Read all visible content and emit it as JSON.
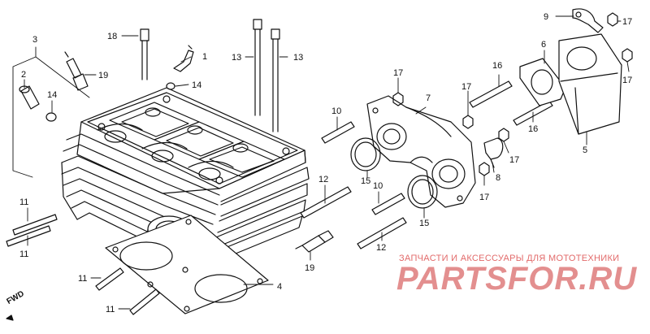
{
  "callouts": [
    {
      "id": "c1",
      "label": "1"
    },
    {
      "id": "c2",
      "label": "2"
    },
    {
      "id": "c3",
      "label": "3"
    },
    {
      "id": "c4",
      "label": "4"
    },
    {
      "id": "c5",
      "label": "5"
    },
    {
      "id": "c6",
      "label": "6"
    },
    {
      "id": "c7",
      "label": "7"
    },
    {
      "id": "c8",
      "label": "8"
    },
    {
      "id": "c9",
      "label": "9"
    },
    {
      "id": "c10a",
      "label": "10"
    },
    {
      "id": "c10b",
      "label": "10"
    },
    {
      "id": "c11a",
      "label": "11"
    },
    {
      "id": "c11b",
      "label": "11"
    },
    {
      "id": "c11c",
      "label": "11"
    },
    {
      "id": "c11d",
      "label": "11"
    },
    {
      "id": "c12a",
      "label": "12"
    },
    {
      "id": "c12b",
      "label": "12"
    },
    {
      "id": "c13a",
      "label": "13"
    },
    {
      "id": "c13b",
      "label": "13"
    },
    {
      "id": "c14a",
      "label": "14"
    },
    {
      "id": "c14b",
      "label": "14"
    },
    {
      "id": "c15a",
      "label": "15"
    },
    {
      "id": "c15b",
      "label": "15"
    },
    {
      "id": "c16a",
      "label": "16"
    },
    {
      "id": "c16b",
      "label": "16"
    },
    {
      "id": "c17a",
      "label": "17"
    },
    {
      "id": "c17b",
      "label": "17"
    },
    {
      "id": "c17c",
      "label": "17"
    },
    {
      "id": "c17d",
      "label": "17"
    },
    {
      "id": "c17e",
      "label": "17"
    },
    {
      "id": "c17f",
      "label": "17"
    },
    {
      "id": "c18",
      "label": "18"
    },
    {
      "id": "c19a",
      "label": "19"
    },
    {
      "id": "c19b",
      "label": "19"
    }
  ],
  "direction_marker": "FWD",
  "watermark": {
    "subtitle": "ЗАПЧАСТИ И АКСЕССУАРЫ ДЛЯ МОТОТЕХНИКИ",
    "logo": "PARTSFOR.RU"
  },
  "colors": {
    "line": "#111111",
    "watermark": "#e38f8f"
  }
}
